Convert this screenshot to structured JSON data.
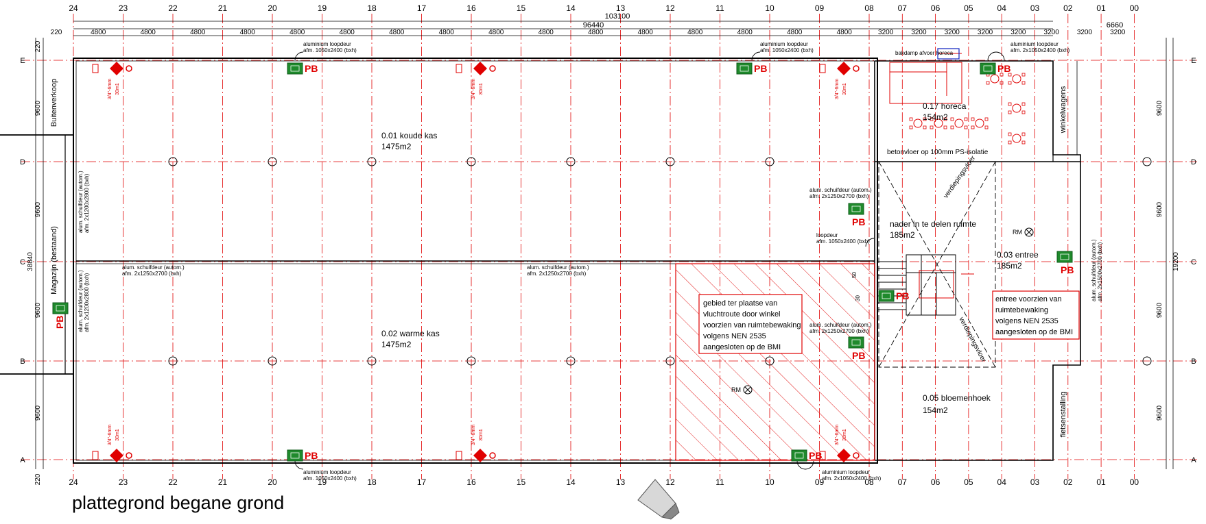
{
  "drawing": {
    "title": "plattegrond begane grond",
    "accent_color": "#e00000",
    "fixture_color": "#1f8a2c"
  },
  "axes": {
    "columns": [
      "24",
      "23",
      "22",
      "21",
      "20",
      "19",
      "18",
      "17",
      "16",
      "15",
      "14",
      "13",
      "12",
      "11",
      "10",
      "09",
      "08",
      "07",
      "06",
      "05",
      "04",
      "03",
      "02",
      "01",
      "00"
    ],
    "rows": [
      "E",
      "D",
      "C",
      "B",
      "A"
    ]
  },
  "dimensions": {
    "overall": "103100",
    "main": "96440",
    "annex": "6660",
    "left_offset": "220",
    "bay_main": "4800",
    "bay_annex": "3200",
    "left_top_offset": "220",
    "left_bottom_offset": "220",
    "left_bays": [
      "9600",
      "9600",
      "9600",
      "9600"
    ],
    "left_total": "38840",
    "right_bays": [
      "9600",
      "9600",
      "9600",
      "9600"
    ],
    "right_total": "19200"
  },
  "rooms": {
    "koude_kas": {
      "name": "0.01 koude kas",
      "area": "1475m2"
    },
    "warme_kas": {
      "name": "0.02 warme kas",
      "area": "1475m2"
    },
    "horeca": {
      "name": "0.17 horeca",
      "area": "154m2"
    },
    "nader": {
      "name": "nader in te delen ruimte",
      "area": "185m2"
    },
    "entree": {
      "name": "0.03 entree",
      "area": "185m2"
    },
    "bloemenhoek": {
      "name": "0.05 bloemenhoek",
      "area": "154m2"
    },
    "buitenverkoop": "Buitenverkoop",
    "magazijn": "Magazijn (bestaand)",
    "winkelwagens": "winkelwagens",
    "fietsenstalling": "fietsenstalling"
  },
  "notes": {
    "vluchtroute": [
      "gebied ter plaatse van",
      "vluchtroute door winkel",
      "voorzien van ruimtebewaking",
      "volgens NEN 2535",
      "aangesloten op de BMI"
    ],
    "entree_bewaking": [
      "entree voorzien van",
      "ruimtebewaking",
      "volgens NEN 2535",
      "aangesloten op de BMI"
    ],
    "betonvloer": "betonvloer op 100mm PS-isolatie",
    "bakdamp": "bakdamp afvoer horeca",
    "verdiepingsvloer": "verdiepingsvloer",
    "rm": "RM",
    "pb": "PB",
    "hose_a": "3/4\"-6mm",
    "hose_b": "30m1",
    "stair_50": "50",
    "stair_30": "30"
  },
  "doors": {
    "alu_loopdeur": "aluminium loopdeur",
    "afm_1050": "afm. 1050x2400 (bxh)",
    "alu_schuifdeur": "alum. schuifdeur (autom.)",
    "afm_1250": "afm. 2x1250x2700 (bxh)",
    "afm_1200": "afm. 2x1200x2800 (bxh)",
    "alu_loopdeur_2x": "aluminium loopdeur",
    "afm_2x1050": "afm. 2x1050x2400 (bxh)",
    "loopdeur": "loopdeur",
    "afm_loop": "afm. 1050x2400 (bxh)",
    "afm_1500": "afm. 2x1500x2700 (bxh)"
  }
}
